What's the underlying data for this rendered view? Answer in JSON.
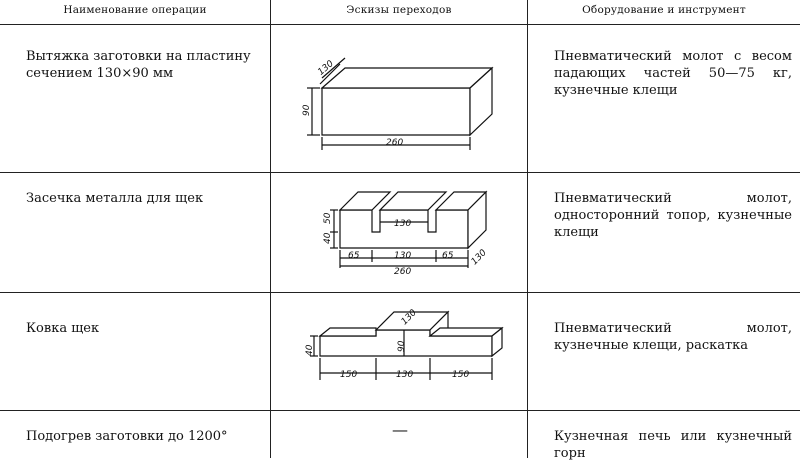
{
  "headers": {
    "operation": "Наименование операции",
    "sketch": "Эскизы переходов",
    "equipment": "Оборудование и инструмент"
  },
  "rows": [
    {
      "operation": "Вытяжка заготовки на пластину сечением 130×90 мм",
      "equipment": "Пневматический молот с весом падающих частей 50—75 кг, кузнечные клещи",
      "dims": {
        "a": "130",
        "b": "90",
        "c": "260"
      }
    },
    {
      "operation": "Засечка металла для щек",
      "equipment": "Пневматический молот, односторонний топор, кузнечные клещи",
      "dims": {
        "a": "50",
        "b": "40",
        "c": "130",
        "d": "65",
        "e": "130",
        "f": "65",
        "g": "260",
        "h": "130"
      }
    },
    {
      "operation": "Ковка щек",
      "equipment": "Пневматический молот, кузнечные клещи, раскатка",
      "dims": {
        "a": "130",
        "b": "90",
        "c": "40",
        "d": "150",
        "e": "130",
        "f": "150"
      }
    },
    {
      "operation": "Подогрев заготовки до 1200°",
      "equipment": "Кузнечная печь или кузнечный горн",
      "sketch_text": "—"
    }
  ]
}
